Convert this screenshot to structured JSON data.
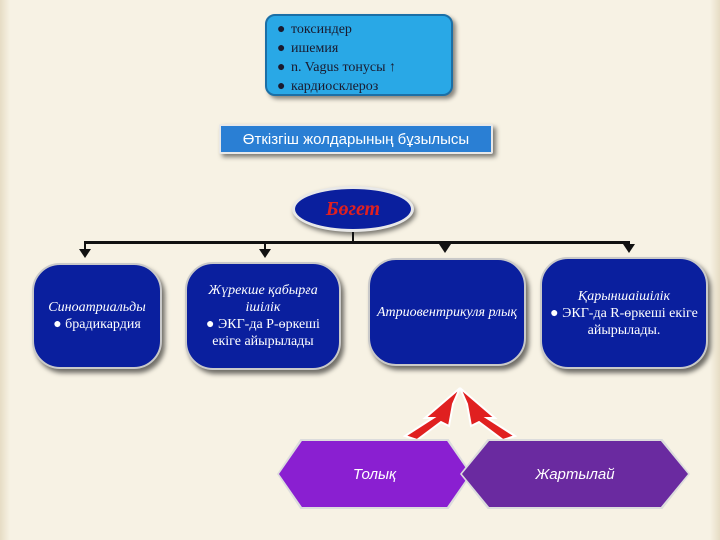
{
  "causes": {
    "items": [
      "токсиндер",
      "ишемия",
      "n. Vagus тонусы ↑",
      "кардиосклероз"
    ],
    "bullet": "●"
  },
  "conduction": {
    "label": "Өткізгіш жолдарының бұзылысы"
  },
  "block": {
    "label": "Бөгет"
  },
  "types": [
    {
      "title": "Синоатриальды",
      "detail": "● брадикардия"
    },
    {
      "title": "Жүрекше қабырға ішілік",
      "detail": "● ЭКГ-да Р-өркеші екіге айырылады"
    },
    {
      "title": "Атриовентрикуля рлық",
      "detail": ""
    },
    {
      "title": "Қарыншаішілік",
      "detail": "● ЭКГ-да R-өркеші екіге айырылады."
    }
  ],
  "results": {
    "full": "Толық",
    "partial": "Жартылай"
  },
  "colors": {
    "causes_fill": "#29a8e6",
    "conduction_fill": "#2a7fd4",
    "type_fill": "#0a1f9e",
    "block_text": "#e02020",
    "arrow": "#e02020",
    "full_fill": "#8a1fd1",
    "partial_fill": "#6a2aa0"
  }
}
